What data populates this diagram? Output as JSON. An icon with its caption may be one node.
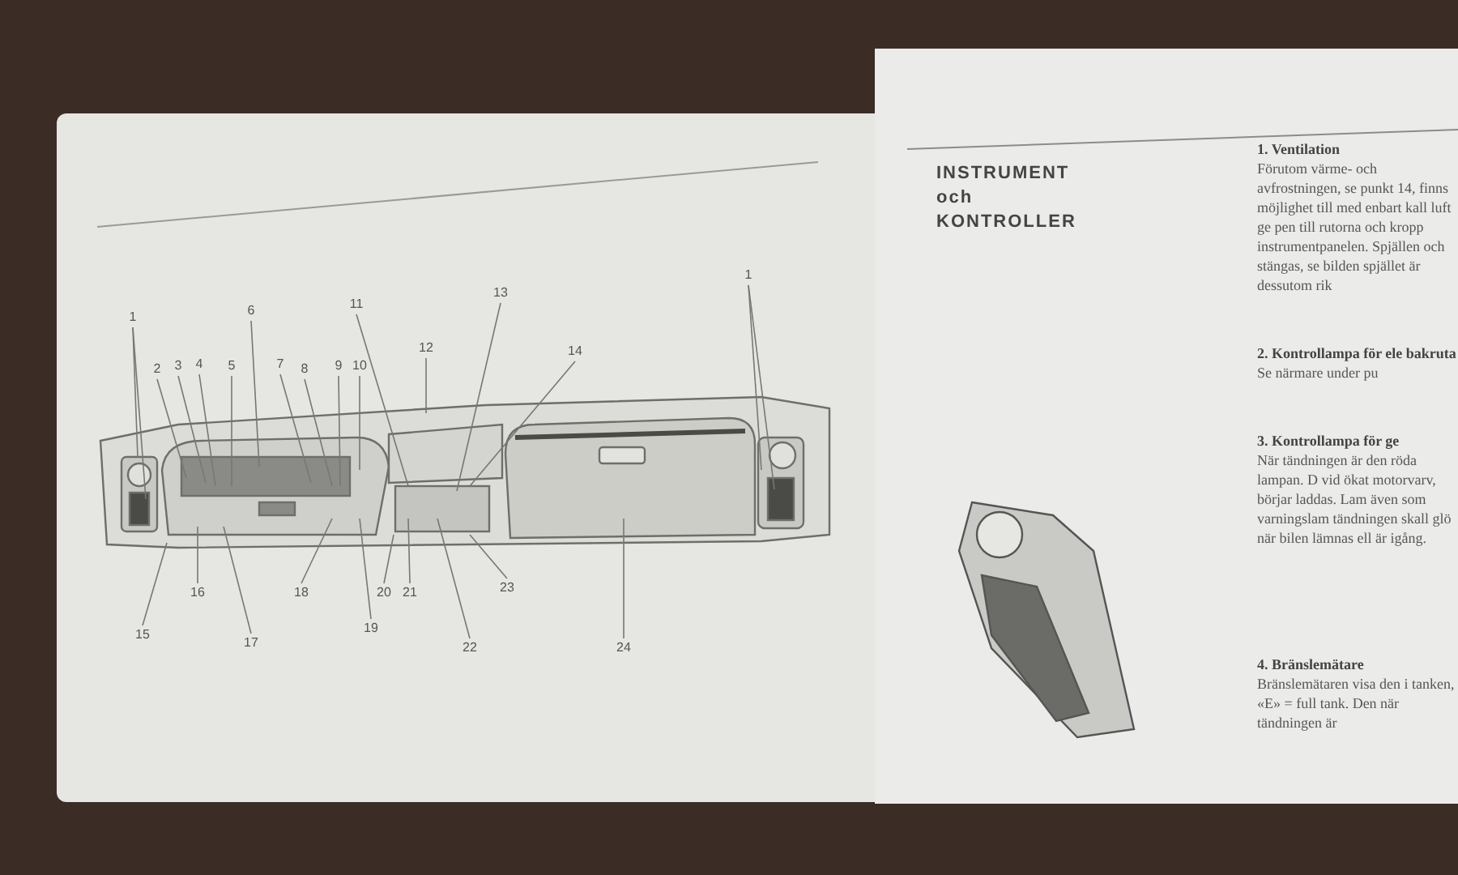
{
  "diagram": {
    "title": "INSTRUMENT och KONTROLLER",
    "nodes": [
      {
        "text": [
          "1"
        ]
      },
      {
        "text": [
          "2"
        ]
      },
      {
        "text": [
          "3"
        ]
      },
      {
        "text": [
          "4"
        ]
      },
      {
        "text": [
          "5"
        ]
      },
      {
        "text": [
          "6"
        ]
      },
      {
        "text": [
          "7"
        ]
      },
      {
        "text": [
          "8"
        ]
      },
      {
        "text": [
          "9"
        ]
      },
      {
        "text": [
          "10"
        ]
      },
      {
        "text": [
          "11"
        ]
      },
      {
        "text": [
          "12"
        ]
      },
      {
        "text": [
          "13"
        ]
      },
      {
        "text": [
          "14"
        ]
      },
      {
        "text": [
          "1"
        ]
      },
      {
        "text": [
          "15"
        ]
      },
      {
        "text": [
          "16"
        ]
      },
      {
        "text": [
          "17"
        ]
      },
      {
        "text": [
          "18"
        ]
      },
      {
        "text": [
          "19"
        ]
      },
      {
        "text": [
          "20"
        ]
      },
      {
        "text": [
          "21"
        ]
      },
      {
        "text": [
          "22"
        ]
      },
      {
        "text": [
          "23"
        ]
      },
      {
        "text": [
          "24"
        ]
      }
    ],
    "edges": [
      {
        "from": 0,
        "to": null,
        "arrow": "none"
      },
      {
        "from": 0,
        "to": null,
        "arrow": "none"
      },
      {
        "from": 1,
        "to": null,
        "arrow": "none"
      },
      {
        "from": 2,
        "to": null,
        "arrow": "none"
      },
      {
        "from": 3,
        "to": null,
        "arrow": "none"
      },
      {
        "from": 4,
        "to": null,
        "arrow": "none"
      },
      {
        "from": 5,
        "to": null,
        "arrow": "none"
      },
      {
        "from": 6,
        "to": null,
        "arrow": "none"
      },
      {
        "from": 7,
        "to": null,
        "arrow": "none"
      },
      {
        "from": 8,
        "to": null,
        "arrow": "none"
      },
      {
        "from": 9,
        "to": null,
        "arrow": "none"
      },
      {
        "from": 10,
        "to": null,
        "arrow": "none"
      },
      {
        "from": 11,
        "to": null,
        "arrow": "none"
      },
      {
        "from": 12,
        "to": null,
        "arrow": "none"
      },
      {
        "from": 13,
        "to": null,
        "arrow": "none"
      },
      {
        "from": 14,
        "to": null,
        "arrow": "none"
      },
      {
        "from": 14,
        "to": null,
        "arrow": "none"
      },
      {
        "from": 15,
        "to": null,
        "arrow": "none"
      },
      {
        "from": 16,
        "to": null,
        "arrow": "none"
      },
      {
        "from": 17,
        "to": null,
        "arrow": "none"
      },
      {
        "from": 18,
        "to": null,
        "arrow": "none"
      },
      {
        "from": 19,
        "to": null,
        "arrow": "none"
      },
      {
        "from": 20,
        "to": null,
        "arrow": "none"
      },
      {
        "from": 21,
        "to": null,
        "arrow": "none"
      },
      {
        "from": 22,
        "to": null,
        "arrow": "none"
      },
      {
        "from": 23,
        "to": null,
        "arrow": "none"
      },
      {
        "from": 24,
        "to": null,
        "arrow": "none"
      }
    ],
    "labels": [
      "**1. Ventilation** Förutom värme- och avfrostningen, se punkt 14, finns möjlighet till med enbart kall luft ge pen till rutorna och kropp instrumentpanelen. Spjällen och stängas, se bilden spjället är dessutom rik",
      "**2. Kontrollampa för ele bakruta** Se närmare under pu",
      "**3. Kontrollampa för ge** När tändningen är den röda lampan. D vid ökat motorvarv, börjar laddas. Lam även som varningslam tändningen skall glö när bilen lämnas ell är igång.",
      "**4. Bränslemätare** Bränslemätaren visa den i tanken, «E» = full tank. Den när tändningen är"
    ]
  }
}
